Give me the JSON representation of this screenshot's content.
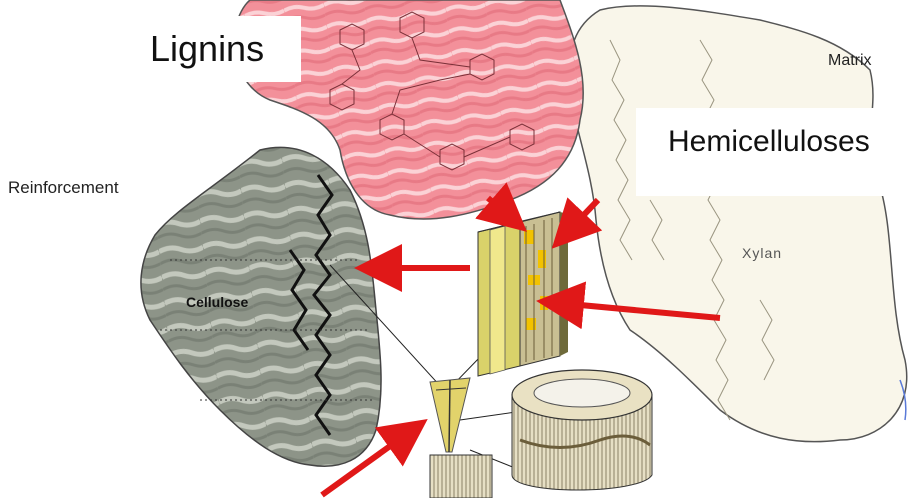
{
  "labels": {
    "lignins": "Lignins",
    "hemicelluloses": "Hemicelluloses",
    "matrix": "Matrix",
    "reinforcement": "Reinforcement",
    "xylan": "Xylan",
    "cellulose": "Cellulose"
  },
  "colors": {
    "lignin_fill": "#f08a92",
    "cellulose_fill": "#8f968a",
    "hemicellulose_fill": "#f8f5e8",
    "arrow": "#e01818",
    "fiber_yellow": "#e2d36b"
  }
}
